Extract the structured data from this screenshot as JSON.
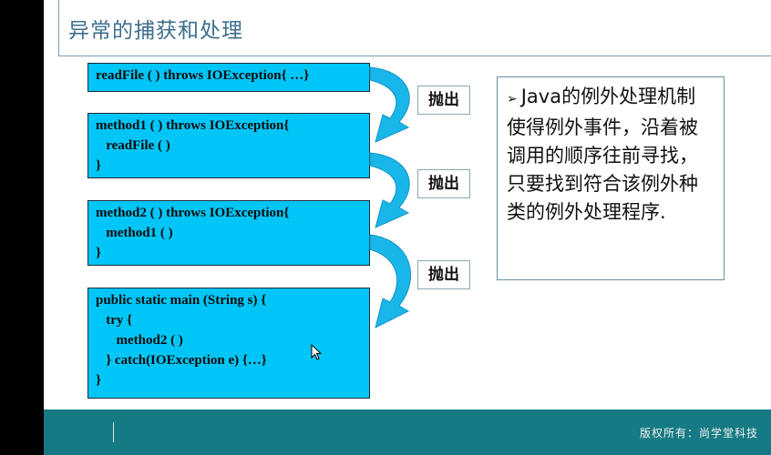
{
  "slide": {
    "title": "异常的捕获和处理",
    "code_boxes": [
      {
        "lines": [
          "readFile ( ) throws IOException{ …}"
        ]
      },
      {
        "lines": [
          "method1 ( ) throws IOException{",
          "   readFile ( )",
          "}"
        ]
      },
      {
        "lines": [
          "method2 ( ) throws IOException{",
          "   method1 ( )",
          "}"
        ]
      },
      {
        "lines": [
          "public static main (String s) {",
          "   try {",
          "      method2 ( )",
          "   } catch(IOException e) {…}",
          "}"
        ]
      }
    ],
    "throw_labels": [
      "抛出",
      "抛出",
      "抛出"
    ],
    "note": {
      "bullet": "➢",
      "text": "Java的例外处理机制使得例外事件，沿着被调用的顺序往前寻找，只要找到符合该例外种类的例外处理程序."
    },
    "footer": {
      "copyright": "版权所有：尚学堂科技"
    },
    "colors": {
      "code_box": "#00c6f8",
      "arrow": "#19b6ea",
      "footer": "#157a84",
      "title": "#3e6f8e"
    },
    "icons": {
      "bullet": "arrow-bullet-icon",
      "cursor": "mouse-pointer-icon"
    }
  }
}
